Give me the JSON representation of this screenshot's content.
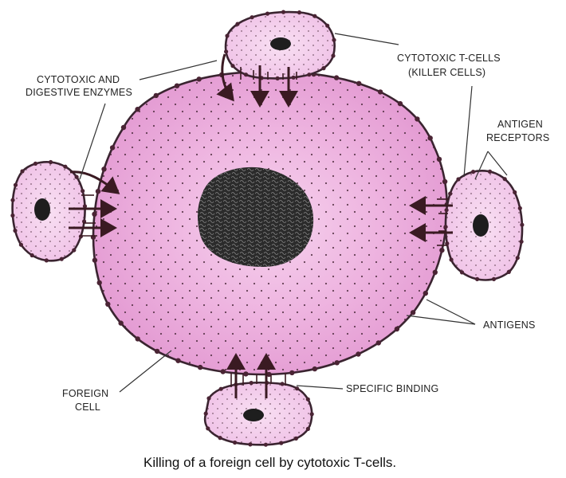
{
  "labels": {
    "cytotoxic_enzymes_line1": "CYTOTOXIC AND",
    "cytotoxic_enzymes_line2": "DIGESTIVE ENZYMES",
    "tcells_line1": "CYTOTOXIC T-CELLS",
    "tcells_line2": "(KILLER CELLS)",
    "antigen_receptors_line1": "ANTIGEN",
    "antigen_receptors_line2": "RECEPTORS",
    "antigens": "ANTIGENS",
    "specific_binding": "SPECIFIC BINDING",
    "foreign_cell_line1": "FOREIGN",
    "foreign_cell_line2": "CELL"
  },
  "caption": "Killing of a foreign cell by cytotoxic T-cells.",
  "colors": {
    "foreign_cell_fill": "#e9a6d8",
    "tcell_fill": "#f2c8ea",
    "nucleus": "#2b2b2b",
    "outline": "#3a2430"
  }
}
